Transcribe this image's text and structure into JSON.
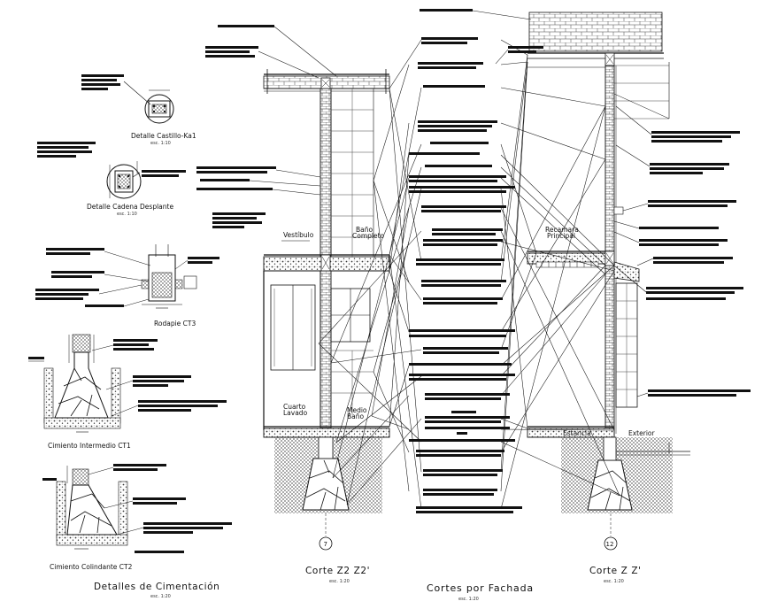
{
  "titles": {
    "detalle_castillo": "Detalle Castillo-Ka1",
    "detalle_castillo_scale": "esc. 1:10",
    "detalle_cadena": "Detalle Cadena Desplante",
    "detalle_cadena_scale": "esc. 1:10",
    "rodapie": "Rodapie CT3",
    "cimiento_intermedio": "Cimiento Intermedio CT1",
    "cimiento_colindante": "Cimiento Colindante CT2",
    "detalles_cimentacion": "Detalles de Cimentación",
    "detalles_cimentacion_scale": "esc. 1:20",
    "corte_z2": "Corte Z2 Z2'",
    "corte_z2_scale": "esc. 1:20",
    "corte_z": "Corte Z Z'",
    "corte_z_scale": "esc. 1:20",
    "cortes_fachada": "Cortes por Fachada",
    "cortes_fachada_scale": "esc. 1:20"
  },
  "rooms": {
    "vestibulo": "Vestíbulo",
    "bano_completo_1": "Baño",
    "bano_completo_2": "Completo",
    "recamara_1": "Recamara",
    "recamara_2": "Principal",
    "cuarto_lavado_1": "Cuarto",
    "cuarto_lavado_2": "Lavado",
    "medio_bano_1": "Medio",
    "medio_bano_2": "Baño",
    "estancia": "Estancia",
    "exterior": "Exterior"
  },
  "axes": {
    "axis_7": "7",
    "axis_12": "12"
  },
  "colors": {
    "line": "#111111",
    "hatch": "#555555",
    "redacted_label": "#111111",
    "background": "#ffffff"
  }
}
